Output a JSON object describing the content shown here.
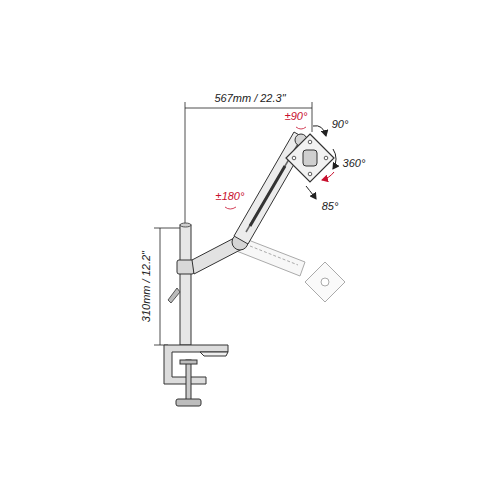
{
  "diagram": {
    "labels": [
      "567mm / 22.3\"",
      "310mm / 12.2\"",
      "±90°",
      "90°",
      "360°",
      "±180°",
      "85°"
    ]
  }
}
